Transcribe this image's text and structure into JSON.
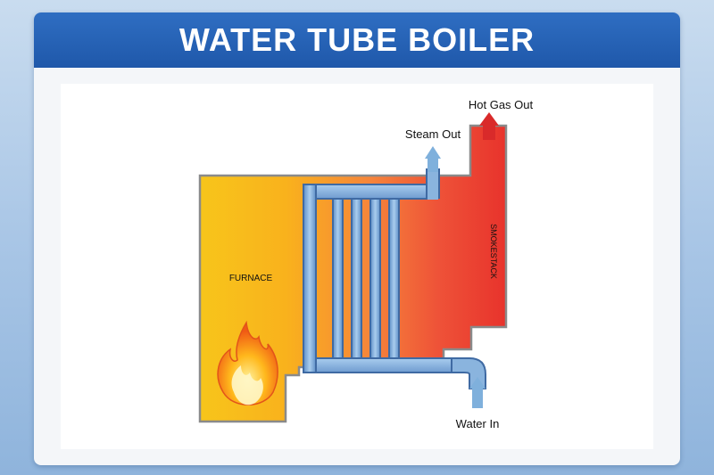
{
  "title": "WATER TUBE BOILER",
  "labels": {
    "furnace": "FURNACE",
    "smokestack": "SMOKESTACK",
    "steam_out": "Steam Out",
    "hot_gas_out": "Hot Gas Out",
    "water_in": "Water In"
  },
  "colors": {
    "banner": "#2563b5",
    "furnace": "#f6c21a",
    "hot_gas": "#e83a2e",
    "tube": "#8ab4de",
    "arrow_steam": "#7fb0dc",
    "arrow_gas": "#d92a2a"
  }
}
